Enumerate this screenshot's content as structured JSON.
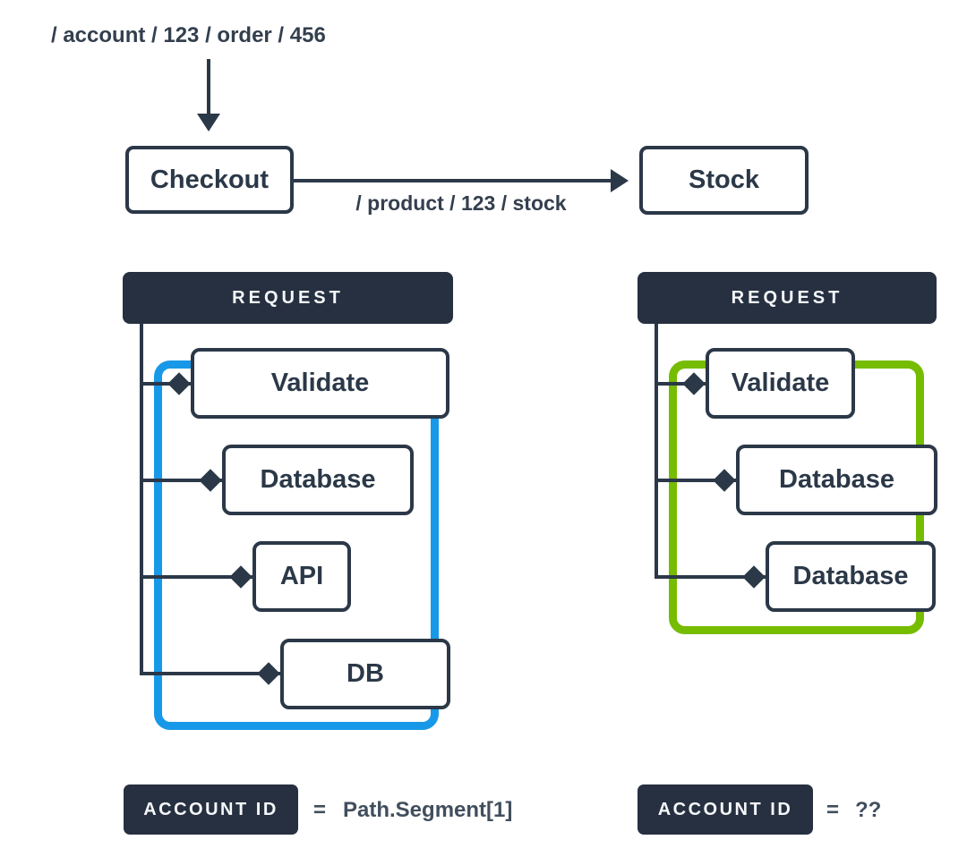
{
  "colors": {
    "navy_fill": "#263040",
    "outline_and_text": "#2b3848",
    "muted_text": "#414e5d",
    "trace_blue": "#1898e8",
    "trace_green": "#76bc00"
  },
  "top": {
    "incoming_path": "/ account / 123 / order / 456",
    "checkout_label": "Checkout",
    "stock_label": "Stock",
    "outgoing_path": "/ product / 123 / stock"
  },
  "left_panel": {
    "header": "REQUEST",
    "trace_color": "#1898e8",
    "spans": [
      "Validate",
      "Database",
      "API",
      "DB"
    ],
    "footer": {
      "badge": "ACCOUNT ID",
      "equals": "=",
      "value": "Path.Segment[1]"
    }
  },
  "right_panel": {
    "header": "REQUEST",
    "trace_color": "#76bc00",
    "spans": [
      "Validate",
      "Database",
      "Database"
    ],
    "footer": {
      "badge": "ACCOUNT ID",
      "equals": "=",
      "value": "??"
    }
  }
}
